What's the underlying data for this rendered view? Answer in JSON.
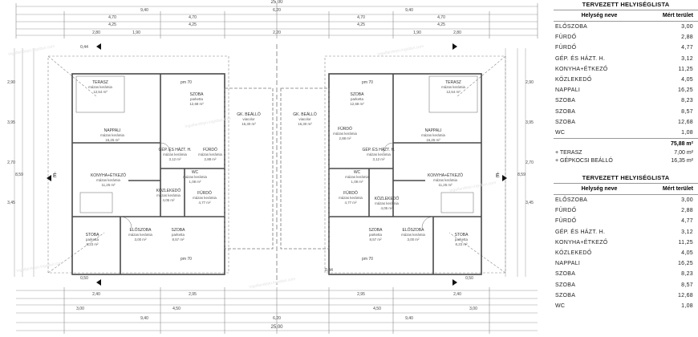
{
  "dims": {
    "top_total": "25,00",
    "top_left": "9,40",
    "top_mid": "6,20",
    "top_right": "9,40",
    "top_row2": [
      "4,70",
      "4,70",
      "4,70",
      "4,70"
    ],
    "top_row3": [
      "4,25",
      "4,25",
      "4,25",
      "4,25"
    ],
    "top_row4": [
      "2,80",
      "1,90",
      "2,20",
      "1,90",
      "2,80"
    ],
    "bottom_total": "25,00",
    "bottom_left": "9,40",
    "bottom_mid": "6,20",
    "bottom_right": "9,40",
    "bottom_row1": [
      "2,40",
      "2,95",
      "2,95",
      "2,40"
    ],
    "bottom_row2": [
      "3,00",
      "4,50",
      "4,50",
      "3,00"
    ],
    "side": [
      "0,44",
      "0,50",
      "0,44",
      "0,50"
    ],
    "vert_left": [
      "2,90",
      "3,95",
      "2,70",
      "3,45",
      "8,59"
    ],
    "vert_right": [
      "2,90",
      "3,95",
      "2,70",
      "3,45",
      "8,59"
    ]
  },
  "rooms_left": [
    {
      "name": "TERASZ",
      "sub": "mázas kerámia",
      "area": "12,54 m²"
    },
    {
      "name": "SZOBA",
      "sub": "parketta",
      "area": "12,68 m²"
    },
    {
      "name": "NAPPALI",
      "sub": "mázas kerámia",
      "area": "16,25 m²"
    },
    {
      "name": "GÉP. ÉS HÁZT. H.",
      "sub": "mázas kerámia",
      "area": "3,12 m²"
    },
    {
      "name": "FÜRDŐ",
      "sub": "mázas kerámia",
      "area": "2,88 m²"
    },
    {
      "name": "GK. BEÁLLÓ",
      "sub": "viacolor",
      "area": "16,30 m²"
    },
    {
      "name": "KONYHA+ÉTKEZŐ",
      "sub": "mázas kerámia",
      "area": "11,25 m²"
    },
    {
      "name": "WC",
      "sub": "mázas kerámia",
      "area": "1,08 m²"
    },
    {
      "name": "KÖZLEKEDŐ",
      "sub": "mázas kerámia",
      "area": "4,05 m²"
    },
    {
      "name": "FÜRDŐ",
      "sub": "mázas kerámia",
      "area": "4,77 m²"
    },
    {
      "name": "STOBA",
      "sub": "parketta",
      "area": "8,23 m²"
    },
    {
      "name": "ELŐSZOBA",
      "sub": "mázas kerámia",
      "area": "3,00 m²"
    },
    {
      "name": "SZOBA",
      "sub": "parketta",
      "area": "8,57 m²"
    }
  ],
  "rooms_right": [
    {
      "name": "TERASZ",
      "sub": "mázas kerámia",
      "area": "12,54 m²"
    },
    {
      "name": "SZOBA",
      "sub": "parketta",
      "area": "12,68 m²"
    },
    {
      "name": "NAPPALI",
      "sub": "mázas kerámia",
      "area": "16,25 m²"
    },
    {
      "name": "GÉP. ÉS HÁZT. H.",
      "sub": "mázas kerámia",
      "area": "3,12 m²"
    },
    {
      "name": "FÜRDŐ",
      "sub": "mázas kerámia",
      "area": "2,88 m²"
    },
    {
      "name": "GK. BEÁLLÓ",
      "sub": "viacolor",
      "area": "16,30 m²"
    },
    {
      "name": "KONYHA+ÉTKEZŐ",
      "sub": "mázas kerámia",
      "area": "11,25 m²"
    },
    {
      "name": "WC",
      "sub": "mázas kerámia",
      "area": "1,08 m²"
    },
    {
      "name": "KÖZLEKEDŐ",
      "sub": "mázas kerámia",
      "area": "4,05 m²"
    },
    {
      "name": "FÜRDŐ",
      "sub": "mázas kerámia",
      "area": "4,77 m²"
    },
    {
      "name": "STOBA",
      "sub": "parketta",
      "area": "8,23 m²"
    },
    {
      "name": "ELŐSZOBA",
      "sub": "mázas kerámia",
      "area": "3,00 m²"
    },
    {
      "name": "SZOBA",
      "sub": "parketta",
      "area": "8,57 m²"
    }
  ],
  "markers": {
    "pm70": "pm 70",
    "north": "É"
  },
  "watermark": "Ingatlandepo.ingatlan.com",
  "table1": {
    "title": "TERVEZETT HELYISÉGLISTA",
    "col_name": "Helység neve",
    "col_area": "Mért terület",
    "rows": [
      {
        "name": "ELŐSZOBA",
        "area": "3,00"
      },
      {
        "name": "FÜRDŐ",
        "area": "2,88"
      },
      {
        "name": "FÜRDŐ",
        "area": "4,77"
      },
      {
        "name": "GÉP. ÉS HÁZT. H.",
        "area": "3,12"
      },
      {
        "name": "KONYHA+ÉTKEZŐ",
        "area": "11,25"
      },
      {
        "name": "KÖZLEKEDŐ",
        "area": "4,05"
      },
      {
        "name": "NAPPALI",
        "area": "16,25"
      },
      {
        "name": "SZOBA",
        "area": "8,23"
      },
      {
        "name": "SZOBA",
        "area": "8,57"
      },
      {
        "name": "SZOBA",
        "area": "12,68"
      },
      {
        "name": "WC",
        "area": "1,08"
      }
    ],
    "total": "75,88 m²",
    "extras": [
      {
        "name": "+ TERASZ",
        "area": "7,00 m²"
      },
      {
        "name": "+ GÉPKOCSI BEÁLLÓ",
        "area": "16,35 m²"
      }
    ]
  },
  "table2": {
    "title": "TERVEZETT HELYISÉGLISTA",
    "col_name": "Helység neve",
    "col_area": "Mért terület",
    "rows": [
      {
        "name": "ELŐSZOBA",
        "area": "3,00"
      },
      {
        "name": "FÜRDŐ",
        "area": "2,88"
      },
      {
        "name": "FÜRDŐ",
        "area": "4,77"
      },
      {
        "name": "GÉP. ÉS HÁZT. H.",
        "area": "3,12"
      },
      {
        "name": "KONYHA+ÉTKEZŐ",
        "area": "11,25"
      },
      {
        "name": "KÖZLEKEDŐ",
        "area": "4,05"
      },
      {
        "name": "NAPPALI",
        "area": "16,25"
      },
      {
        "name": "SZOBA",
        "area": "8,23"
      },
      {
        "name": "SZOBA",
        "area": "8,57"
      },
      {
        "name": "SZOBA",
        "area": "12,68"
      },
      {
        "name": "WC",
        "area": "1,08"
      }
    ]
  }
}
